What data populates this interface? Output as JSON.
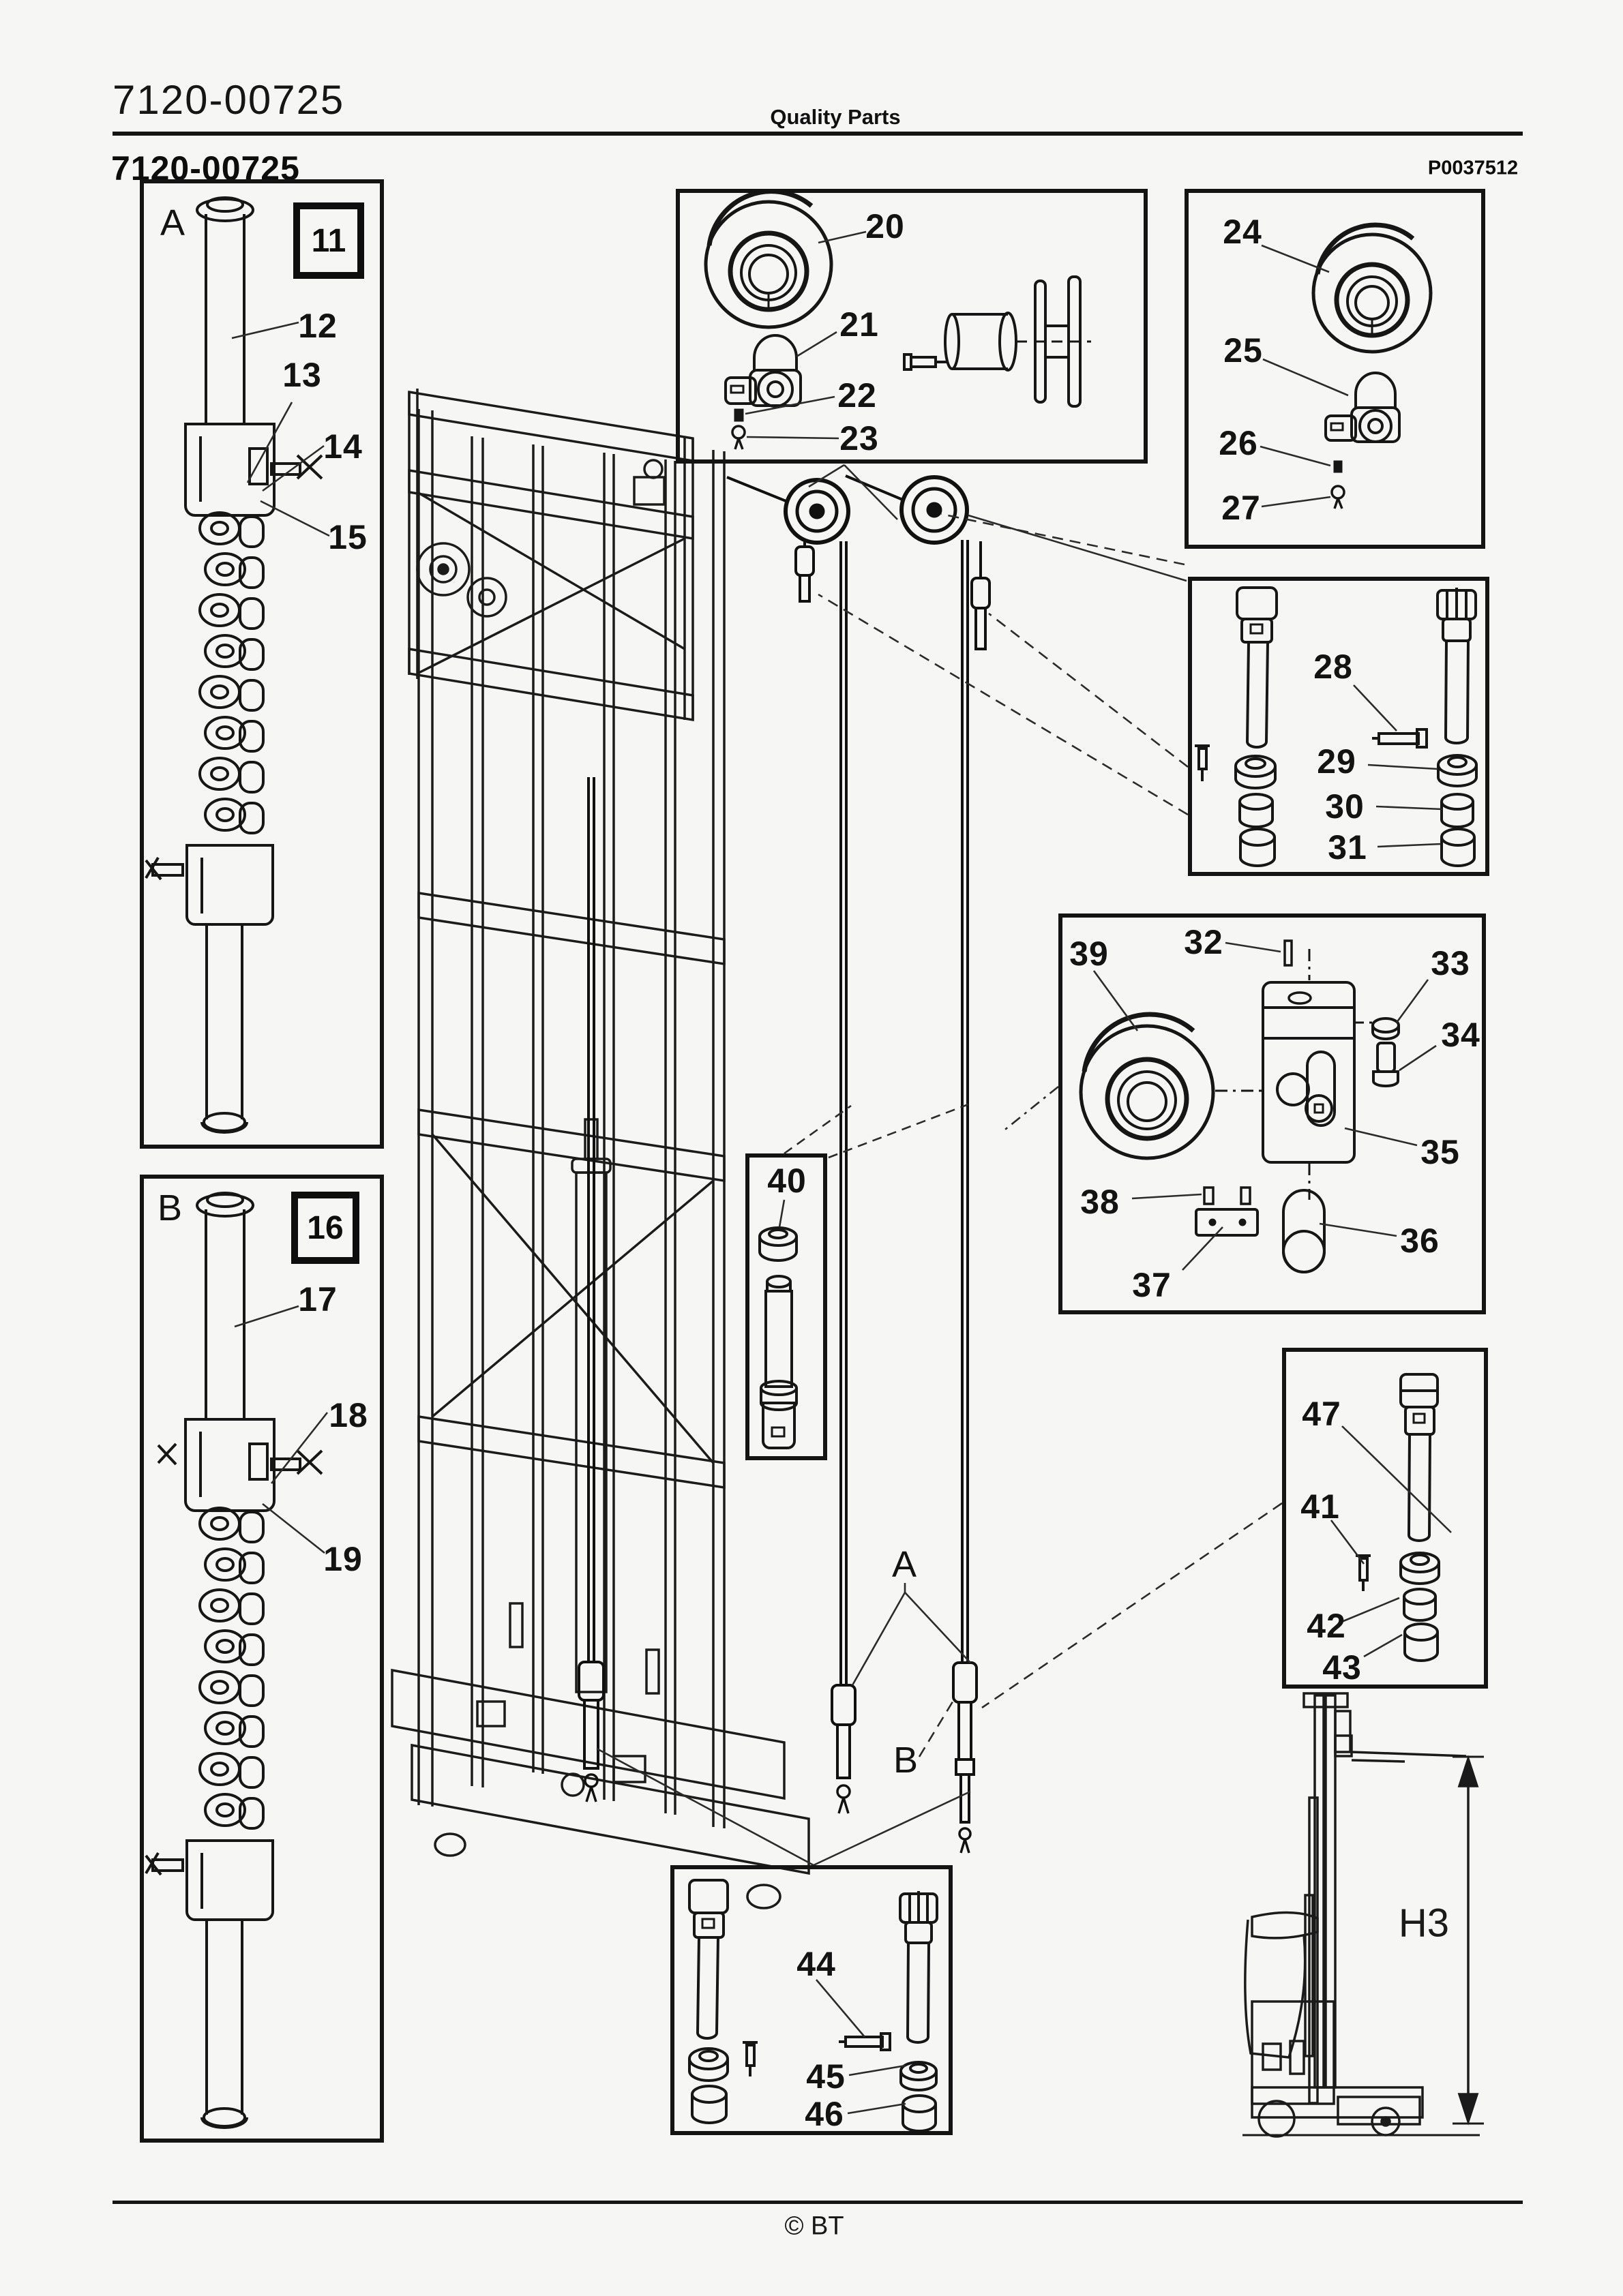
{
  "header": {
    "doc_number": "7120-00725",
    "title": "Quality Parts",
    "doc_number_bold": "7120-00725",
    "plate_code": "P0037512"
  },
  "footer": {
    "copyright": "© BT"
  },
  "panels": {
    "detail_a": {
      "letter": "A",
      "frame_ref": "11"
    },
    "detail_b": {
      "letter": "B",
      "frame_ref": "16"
    }
  },
  "markers": {
    "chain_a": "A",
    "chain_b": "B",
    "lift_height": "H3"
  },
  "callouts": {
    "c12": "12",
    "c13": "13",
    "c14": "14",
    "c15": "15",
    "c17": "17",
    "c18": "18",
    "c19": "19",
    "c20": "20",
    "c21": "21",
    "c22": "22",
    "c23": "23",
    "c24": "24",
    "c25": "25",
    "c26": "26",
    "c27": "27",
    "c28": "28",
    "c29": "29",
    "c30": "30",
    "c31": "31",
    "c32": "32",
    "c33": "33",
    "c34": "34",
    "c35": "35",
    "c36": "36",
    "c37": "37",
    "c38": "38",
    "c39": "39",
    "c40": "40",
    "c41": "41",
    "c42": "42",
    "c43": "43",
    "c44": "44",
    "c45": "45",
    "c46": "46",
    "c47": "47"
  }
}
